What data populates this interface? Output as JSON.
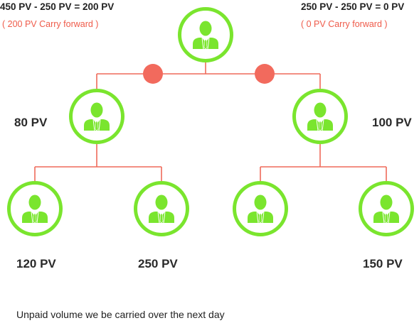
{
  "colors": {
    "node_ring": "#7ae52e",
    "person": "#7ae52e",
    "connector": "#ef6a5a",
    "junction_dot": "#f26a5d",
    "carry_text": "#ef5b4a"
  },
  "left_leg": {
    "equation": "450 PV - 250 PV = 200 PV",
    "carry_note": "( 200 PV Carry forward )"
  },
  "right_leg": {
    "equation": "250 PV - 250 PV = 0 PV",
    "carry_note": "( 0 PV Carry forward )"
  },
  "tree": {
    "root": {
      "icon": "person-icon"
    },
    "level1": [
      {
        "pv": "80 PV",
        "icon": "person-icon"
      },
      {
        "pv": "100 PV",
        "icon": "person-icon"
      }
    ],
    "level2": [
      {
        "pv": "120 PV",
        "icon": "person-icon"
      },
      {
        "pv": "250 PV",
        "icon": "person-icon"
      },
      {
        "pv": "",
        "icon": "person-icon"
      },
      {
        "pv": "150 PV",
        "icon": "person-icon"
      }
    ]
  },
  "footer_note": "Unpaid volume we be carried over the next day"
}
